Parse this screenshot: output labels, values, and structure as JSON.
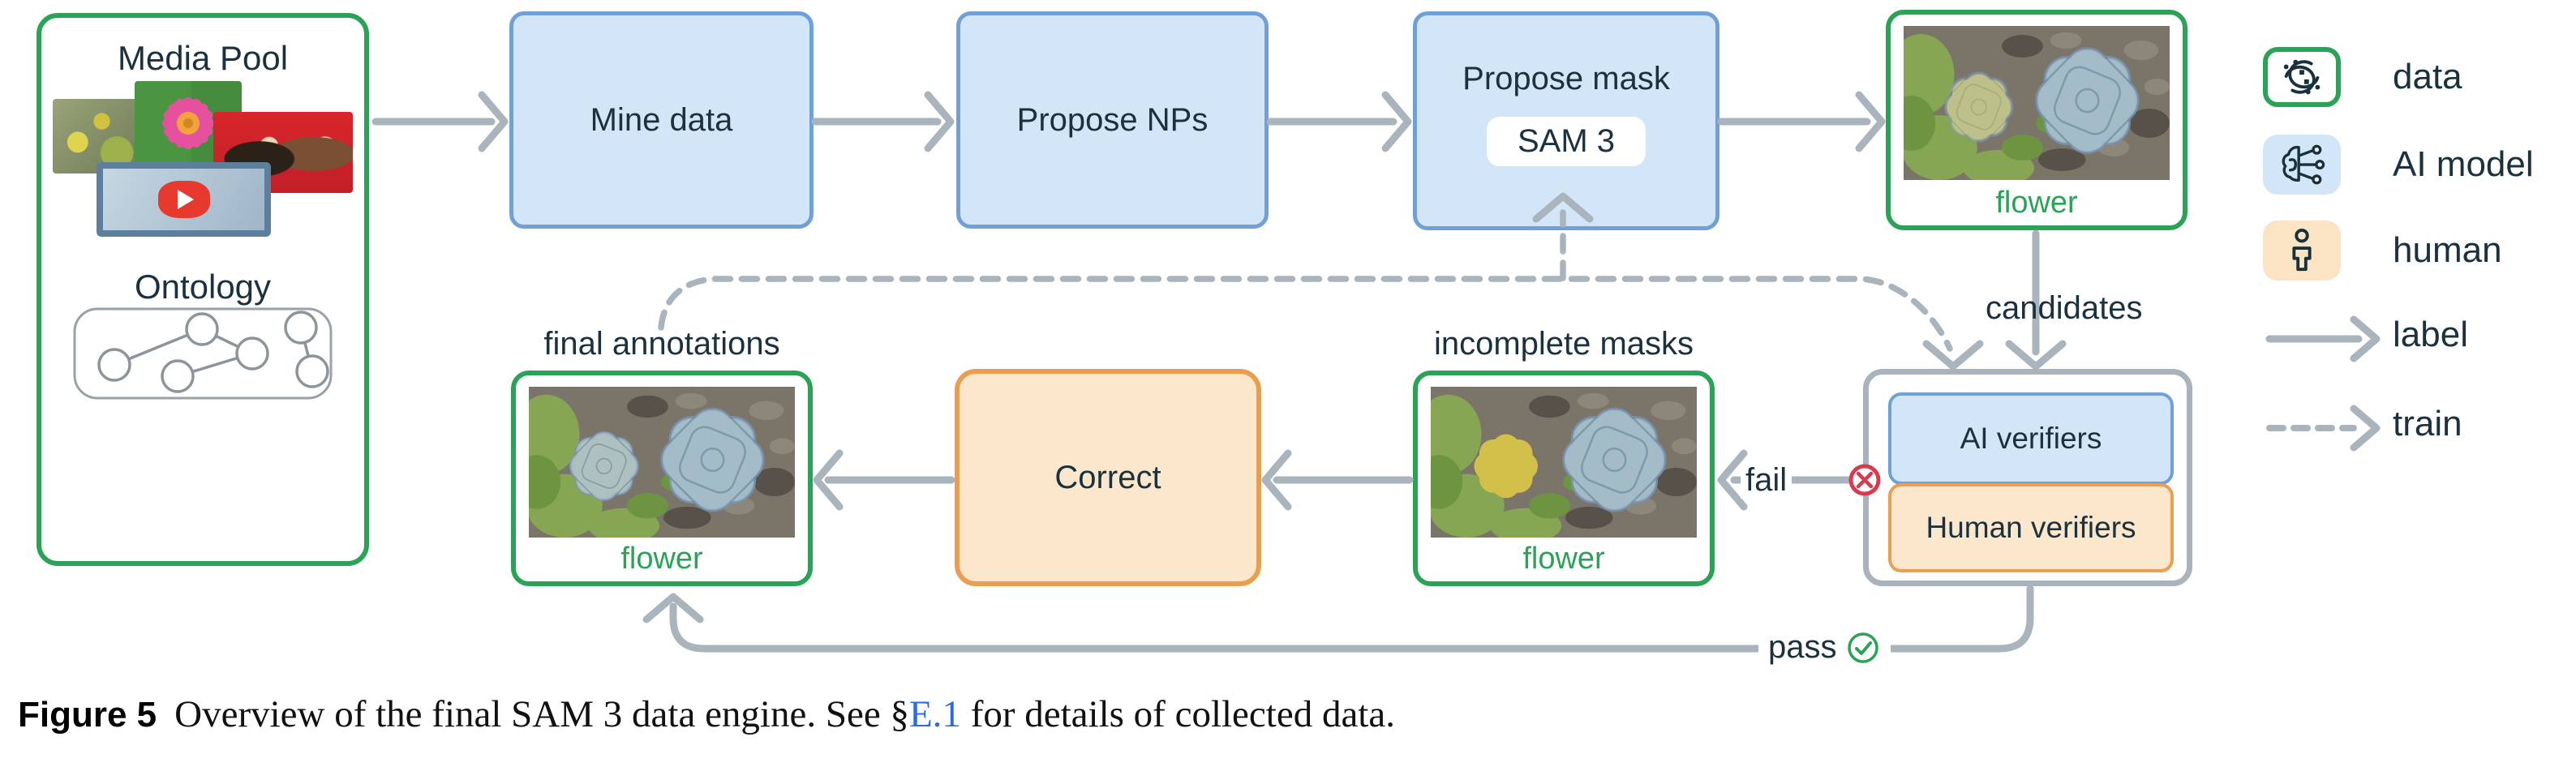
{
  "colors": {
    "green_accent": "#2aa356",
    "blue_fill": "#d3e6f7",
    "blue_border": "#6fa0d8",
    "orange_fill": "#fbe7cc",
    "orange_border": "#eb9e50",
    "arrow_gray": "#aab4bd",
    "verifier_box_border": "#a9b3bc",
    "dark_text": "#1b323e",
    "fail_red": "#d63c50",
    "link_blue": "#2d6ae3"
  },
  "media_pool": {
    "title": "Media Pool",
    "ontology_label": "Ontology"
  },
  "pipeline": {
    "mine_data": "Mine data",
    "propose_nps": "Propose NPs",
    "propose_mask": "Propose mask",
    "sam3": "SAM 3"
  },
  "cards": {
    "candidates": {
      "label": "flower"
    },
    "incomplete": {
      "caption": "incomplete masks",
      "label": "flower"
    },
    "final": {
      "caption": "final annotations",
      "label": "flower"
    }
  },
  "correct_label": "Correct",
  "verifiers": {
    "ai": "AI verifiers",
    "human": "Human verifiers"
  },
  "edge_labels": {
    "candidates": "candidates",
    "fail": "fail",
    "pass": "pass"
  },
  "legend": [
    {
      "icon": "data-icon",
      "label": "data"
    },
    {
      "icon": "ai-model-icon",
      "label": "AI model"
    },
    {
      "icon": "human-icon",
      "label": "human"
    },
    {
      "icon": "label-arrow-icon",
      "label": "label"
    },
    {
      "icon": "train-arrow-icon",
      "label": "train"
    }
  ],
  "caption": {
    "figure_label": "Figure 5",
    "text_before_link": "Overview of the final SAM 3 data engine. See §",
    "link": "E.1",
    "text_after_link": " for details of collected data."
  }
}
